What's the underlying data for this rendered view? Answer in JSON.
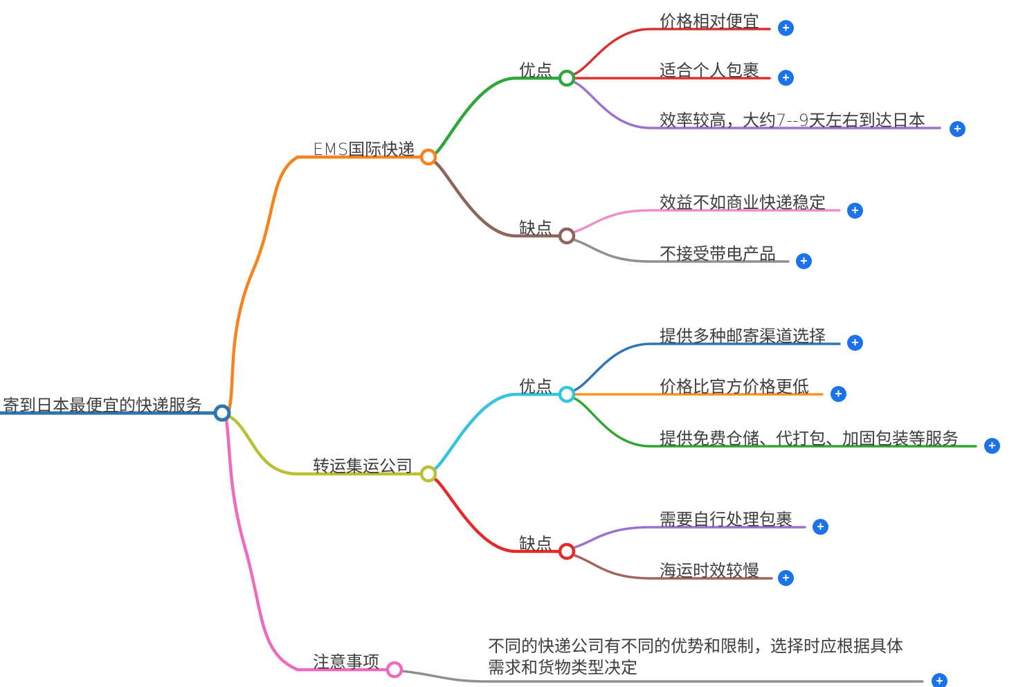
{
  "root": {
    "label": "寄到日本最便宜的快递服务",
    "color": "#2e76ae"
  },
  "branches": [
    {
      "label": "EMS国际快递",
      "color": "#f8821e",
      "children": [
        {
          "label": "优点",
          "color": "#2ea63a",
          "children": [
            {
              "label": "价格相对便宜",
              "color": "#d93030"
            },
            {
              "label": "适合个人包裹",
              "color": "#d93030"
            },
            {
              "label": "效率较高，大约7--9天左右到达日本",
              "color": "#9b72cf"
            }
          ]
        },
        {
          "label": "缺点",
          "color": "#8d655a",
          "children": [
            {
              "label": "效益不如商业快递稳定",
              "color": "#f08cc8"
            },
            {
              "label": "不接受带电产品",
              "color": "#8f8f8f"
            }
          ]
        }
      ]
    },
    {
      "label": "转运集运公司",
      "color": "#b9c031",
      "children": [
        {
          "label": "优点",
          "color": "#35c4dd",
          "children": [
            {
              "label": "提供多种邮寄渠道选择",
              "color": "#2e74b8"
            },
            {
              "label": "价格比官方价格更低",
              "color": "#f8941d"
            },
            {
              "label": "提供免费仓储、代打包、加固包装等服务",
              "color": "#31a532"
            }
          ]
        },
        {
          "label": "缺点",
          "color": "#e42b2b",
          "children": [
            {
              "label": "需要自行处理包裹",
              "color": "#9b72cf"
            },
            {
              "label": "海运时效较慢",
              "color": "#a2655c"
            }
          ]
        }
      ]
    },
    {
      "label": "注意事项",
      "color": "#ee6abd",
      "children": [
        {
          "label": "不同的快递公司有不同的优势和限制，选择时应根据具体需求和货物类型决定",
          "color": "#8f8f8f"
        }
      ]
    }
  ],
  "add_button": {
    "glyph": "+",
    "color": "#1a73e8"
  }
}
